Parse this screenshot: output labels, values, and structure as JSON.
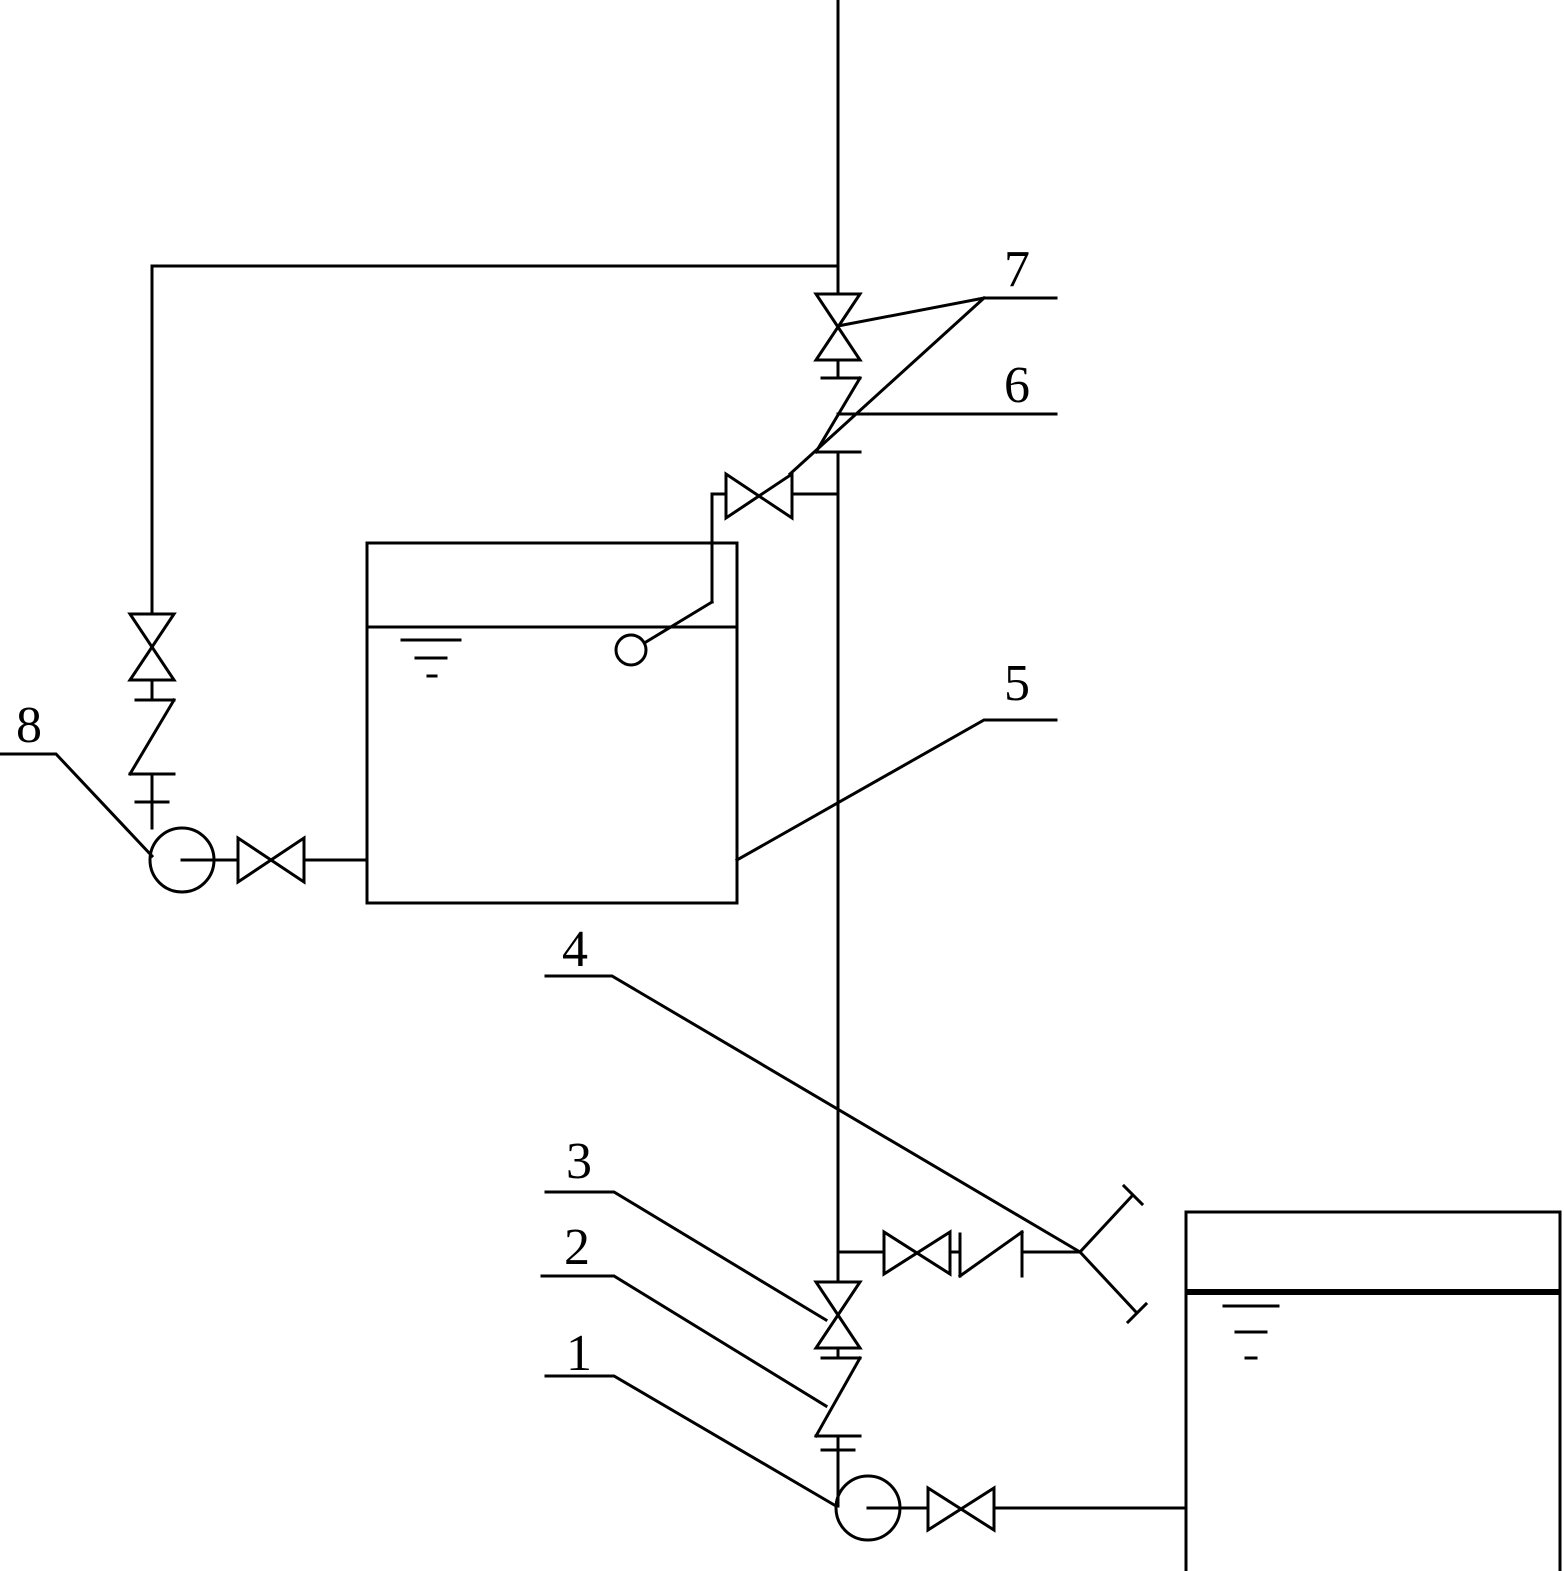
{
  "diagram": {
    "type": "water-supply-schematic",
    "callouts": [
      {
        "id": "c1",
        "label": "1",
        "target": "pump-lower"
      },
      {
        "id": "c2",
        "label": "2",
        "target": "check-valve-lower"
      },
      {
        "id": "c3",
        "label": "3",
        "target": "gate-valve-lower"
      },
      {
        "id": "c4",
        "label": "4",
        "target": "branch-outlet"
      },
      {
        "id": "c5",
        "label": "5",
        "target": "upper-tank"
      },
      {
        "id": "c6",
        "label": "6",
        "target": "check-valve-upper"
      },
      {
        "id": "c7",
        "label": "7",
        "target": "gate-valves-upper"
      },
      {
        "id": "c8",
        "label": "8",
        "target": "pump-upper"
      }
    ],
    "symbols": {
      "pump": "pump-circle-icon",
      "gate_valve": "bowtie-valve-icon",
      "check_valve": "zigzag-check-valve-icon",
      "water_level": "water-level-icon",
      "float_valve": "float-ball-icon"
    },
    "colors": {
      "line": "#000000",
      "background": "#ffffff"
    }
  }
}
